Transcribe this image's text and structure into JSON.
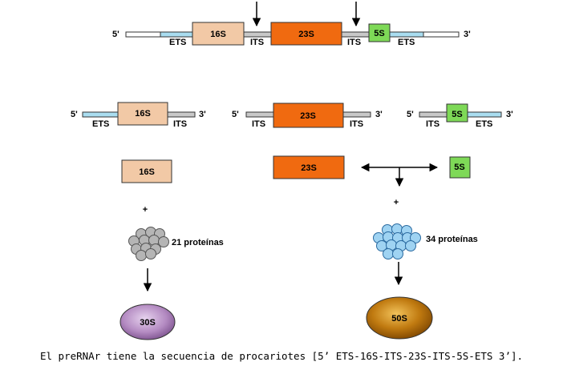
{
  "labels": {
    "five": "5'",
    "three": "3'",
    "ets": "ETS",
    "its": "ITS",
    "r16": "16S",
    "r23": "23S",
    "r5": "5S",
    "plus": "+",
    "prot21": "21 proteínas",
    "prot34": "34 proteínas",
    "s30": "30S",
    "s50": "50S"
  },
  "caption": "El preRNAr tiene la secuencia de procariotes [5’ ETS-16S-ITS-23S-ITS-5S-ETS 3’].",
  "colors": {
    "rrna16": "#f2c9a6",
    "rrna23": "#f06a10",
    "rrna5": "#7ed957",
    "spacer_light": "#a9ddf0",
    "spacer_grey": "#c8c8c8",
    "protein_grey": "#b5b5b5",
    "protein_blue": "#9fd3f2",
    "subunit30": "#b48bc2",
    "subunit50": "#c07a10"
  }
}
